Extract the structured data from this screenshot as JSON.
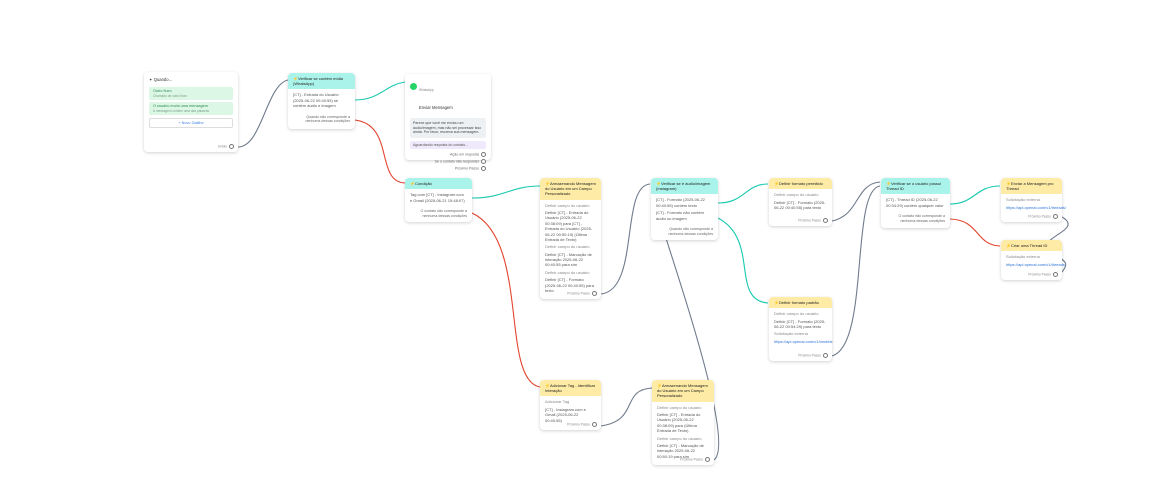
{
  "start": {
    "title": "Quando...",
    "trigger1": {
      "label": "Outro fluxo",
      "sub": "Chamado de outro fluxo"
    },
    "trigger2": {
      "label": "O usuário envia uma mensagem",
      "sub": "A mensagem contém uma das palavras"
    },
    "add_label": "+ Novo Gatilho",
    "foot": "Então"
  },
  "n1": {
    "title": "Verificar se contém mídia (WhatsApp)",
    "line1": "[CT] - Entrada do Usuário (2025-06-22 00:40:55) se contém áudio e imagem",
    "cond": "Quando não corresponde a nenhuma dessas condições"
  },
  "msg": {
    "channel": "WhatsApp",
    "title": "Enviar Mensagem",
    "text": "Parece que você me enviou um áudio/imagem, mas não sei processar isso ainda. Por favor, escreva sua mensagem.",
    "wait": "Aguardando resposta do contato...",
    "opt1": "Ação em resposta",
    "opt2": "Se o contato não responder",
    "foot": "Próximo Passo"
  },
  "cond": {
    "title": "Condição",
    "line1": "Tag com [CT] - Instagram.com e Gmail (2025-06-21 15:48:07)",
    "cond": "O contato não corresponde a nenhuma dessas condições"
  },
  "y1": {
    "title": "Armazenando Mensagem do Usuário em um Campo Personalizado",
    "a_lbl": "Definir campo do usuário",
    "a_val": "Definir [CT] - Entrada do Usuário (2025-06-22 00:38:09) para [CT] - Entrada do Usuário (2025-06-22 00:50:19) (Última Entrada de Texto)",
    "b_lbl": "Definir campo do usuário",
    "b_val": "Definir [CT] - Marcação de interação 2025-06-22 00:40:55 para sim",
    "c_lbl": "Definir campo do usuário",
    "c_val": "Definir [CT] - Formato (2025-06-22 00:40:55) para texto",
    "foot": "Próximo Passo"
  },
  "tagnode": {
    "title": "Adicionar Tag - Identificar Interação",
    "lbl": "Adicionar Tag",
    "val": "[CT] - Instagram.com e Gmail (2025-06-22 00:40:55)",
    "foot": "Próximo Passo"
  },
  "n2": {
    "title": "Verificar se é áudio/imagem (Instagram)",
    "line1": "[CT] - Formato (2025-06-22 00:40:55) contém texto",
    "line2": "[CT] - Formato não contém áudio ou imagem",
    "cond": "Quando não corresponde a nenhuma dessas condições"
  },
  "y2": {
    "title": "Armazenando Mensagem do Usuário em um Campo Personalizado",
    "a_lbl": "Definir campo do usuário",
    "a_val": "Definir [CT] - Entrada do Usuário (2025-06-22 00:38:09) para (Última Entrada de Texto)",
    "b_lbl": "Definir campo do usuário",
    "b_val": "Definir [CT] - Marcação de interação 2025-06-22 00:50:19 para sim",
    "foot": "Próximo Passo"
  },
  "fmt1": {
    "title": "Definir formato permitido",
    "lbl": "Definir campo do usuário",
    "val": "Definir [CT] - Formato (2025-06-22 00:40:55) para texto",
    "foot": "Próximo Passo"
  },
  "fmt2": {
    "title": "Definir formato padrão",
    "lbl": "Definir campo do usuário",
    "val": "Definir [CT] - Formato (2025-06-22 00:54:29) para texto",
    "ext_lbl": "Solicitação externa",
    "ext_val": "https://api.openai.com/v1/models",
    "foot": "Próximo Passo"
  },
  "thread": {
    "title": "Verificar se o usuário possui Thread ID",
    "line1": "[CT] - Thread ID (2025-06-22 00:34:29) contém qualquer valor",
    "cond": "O contato não corresponde a nenhuma dessas condições"
  },
  "send": {
    "title": "Enviar a Mensagem pro Thread",
    "lbl": "Solicitação externa",
    "val": "https://api.openai.com/v1/threads/",
    "foot": "Próximo Passo"
  },
  "create": {
    "title": "Criar uma Thread ID",
    "lbl": "Solicitação externa",
    "val": "https://api.openai.com/v1/threads",
    "foot": "Próximo Passo"
  },
  "colors": {
    "teal": "#19c9b0",
    "red": "#e2442f",
    "gray": "#6f7b8c"
  }
}
